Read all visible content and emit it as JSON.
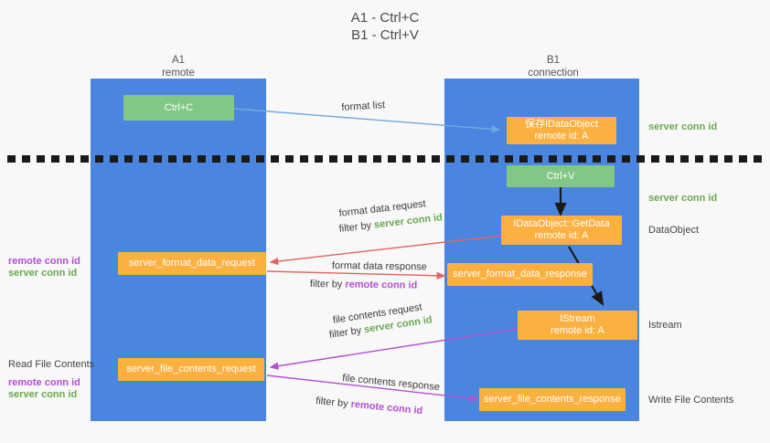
{
  "title": {
    "line1": "A1 - Ctrl+C",
    "line2": "B1 - Ctrl+V"
  },
  "columns": [
    {
      "name": "A1",
      "sub": "remote"
    },
    {
      "name": "B1",
      "sub": "connection"
    }
  ],
  "colors": {
    "lane": "#4a86e0",
    "green_node": "#82c785",
    "orange_node": "#fbb040",
    "server_conn": "#6aa84f",
    "remote_conn": "#b44fd0",
    "arrow_blue": "#6fa8dc",
    "arrow_red": "#e06666",
    "arrow_purple": "#b44fd0",
    "arrow_black": "#1a1a1a",
    "background": "#f8f8f8"
  },
  "nodes": {
    "ctrl_c": {
      "line1": "Ctrl+C",
      "line2": ""
    },
    "save_idataobject": {
      "line1": "保存IDataObject",
      "line2": "remote id: A"
    },
    "ctrl_v": {
      "line1": "Ctrl+V",
      "line2": ""
    },
    "getdata": {
      "line1": "IDataObject::GetData",
      "line2": "remote id: A"
    },
    "format_data_request": {
      "line1": "server_format_data_request",
      "line2": ""
    },
    "format_data_response": {
      "line1": "server_format_data_response",
      "line2": ""
    },
    "istream": {
      "line1": "IStream",
      "line2": "remote id: A"
    },
    "file_contents_request": {
      "line1": "server_file_contents_request",
      "line2": ""
    },
    "file_contents_response": {
      "line1": "server_file_contents_response",
      "line2": ""
    }
  },
  "right_labels": {
    "server_conn_top": "server conn id",
    "server_conn_mid": "server conn id",
    "dataobject": "DataObject",
    "istream": "Istream",
    "write_file_contents": "Write File Contents"
  },
  "left_labels": {
    "remote_conn_1": "remote conn id",
    "server_conn_1": "server conn id",
    "read_file_contents": "Read File Contents",
    "remote_conn_2": "remote conn id",
    "server_conn_2": "server conn id"
  },
  "edges": {
    "format_list": "format list",
    "format_data_request": "format data request",
    "format_data_request_filter_prefix": "filter by ",
    "format_data_request_filter_value": "server conn id",
    "format_data_response": "format data response",
    "format_data_response_filter_prefix": "filter by ",
    "format_data_response_filter_value": "remote conn id",
    "file_contents_request": "file contents request",
    "file_contents_request_filter_prefix": "filter by ",
    "file_contents_request_filter_value": "server conn id",
    "file_contents_response": "file contents response",
    "file_contents_response_filter_prefix": "filter by ",
    "file_contents_response_filter_value": "remote conn id"
  }
}
